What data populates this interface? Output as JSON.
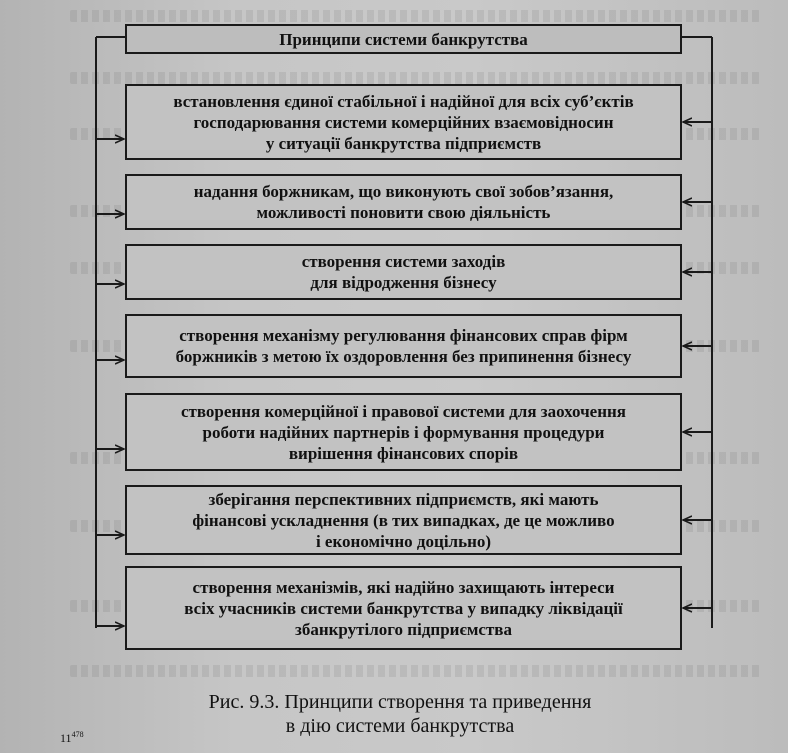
{
  "diagram": {
    "title": "Принципи системи банкрутства",
    "principles": [
      "встановлення єдиної стабільної і надійної для всіх суб’єктів\nгосподарювання системи комерційних взаємовідносин\nу ситуації банкрутства підприємств",
      "надання боржникам, що виконують свої зобов’язання,\nможливості поновити свою діяльність",
      "створення системи заходів\nдля відродження бізнесу",
      "створення механізму регулювання фінансових справ фірм\nборжників з метою їх оздоровлення без припинення бізнесу",
      "створення комерційної і правової системи для заохочення\nроботи надійних партнерів і формування процедури\nвирішення фінансових спорів",
      "зберігання перспективних підприємств, які мають\nфінансові ускладнення (в тих випадках, де це можливо\nі економічно доцільно)",
      "створення механізмів, які надійно захищають інтереси\nвсіх учасників системи банкрутства у випадку ліквідації\nзбанкрутілого підприємства"
    ]
  },
  "caption": "Рис. 9.3. Принципи створення та приведення\nв дію системи банкрутства",
  "page_number": {
    "main": "11",
    "sup": "478"
  }
}
